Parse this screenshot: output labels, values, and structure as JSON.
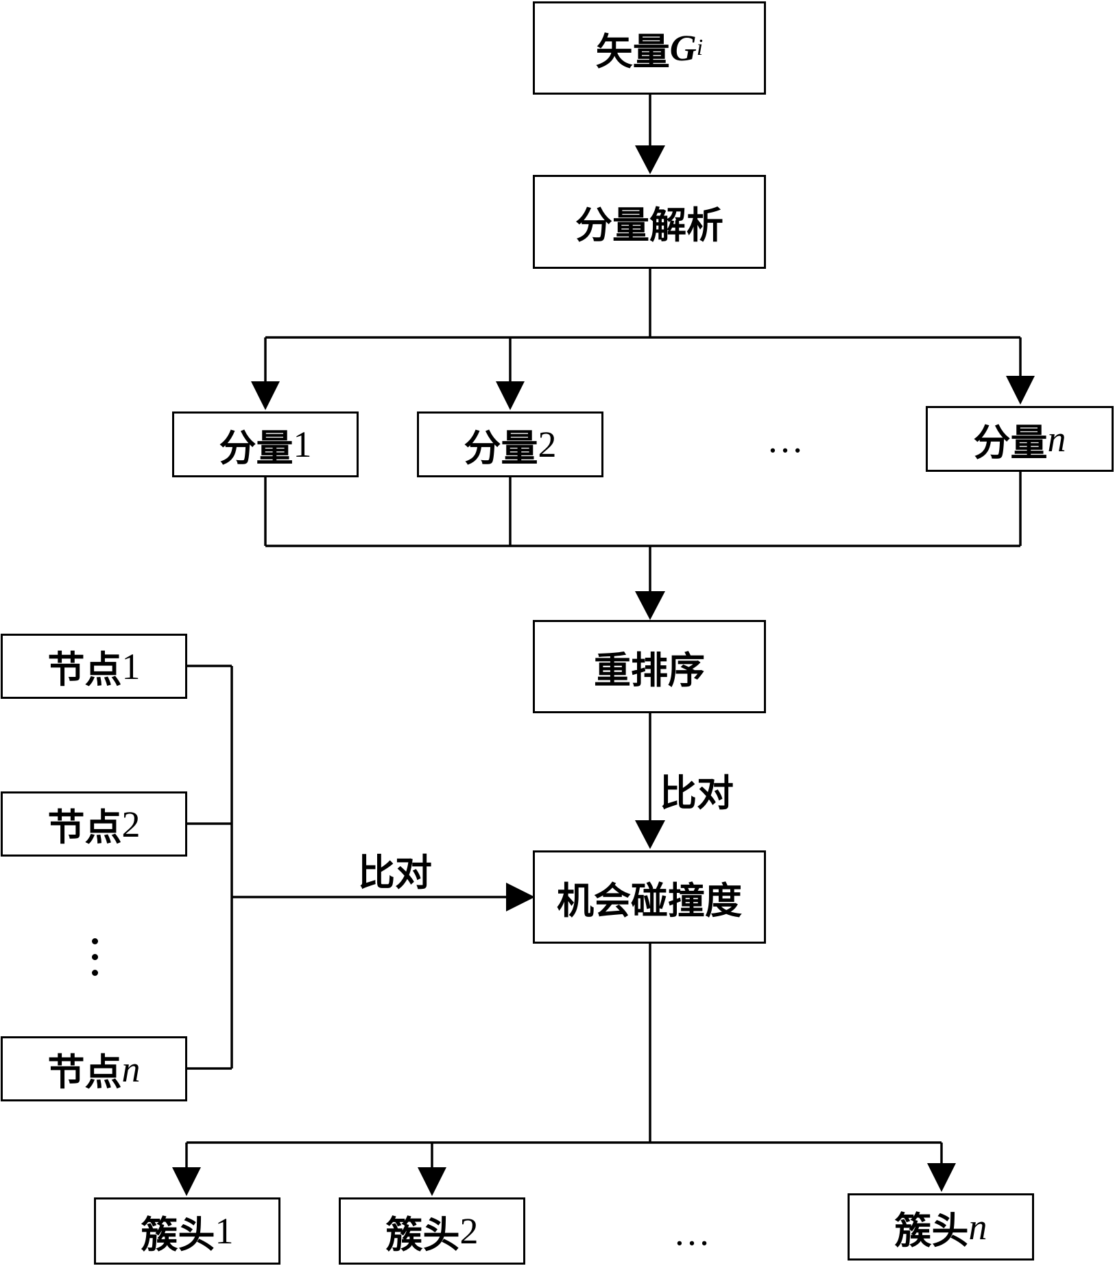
{
  "nodes": {
    "vector": {
      "text": "矢量",
      "var": "G",
      "sub": "i"
    },
    "parse": {
      "text": "分量解析"
    },
    "comp1": {
      "text": "分量",
      "num": "1"
    },
    "comp2": {
      "text": "分量",
      "num": "2"
    },
    "compn": {
      "text": "分量",
      "var": "n"
    },
    "reorder": {
      "text": "重排序"
    },
    "collision": {
      "text": "机会碰撞度"
    },
    "node1": {
      "text": "节点",
      "num": "1"
    },
    "node2": {
      "text": "节点",
      "num": "2"
    },
    "noden": {
      "text": "节点",
      "var": "n"
    },
    "head1": {
      "text": "簇头",
      "num": "1"
    },
    "head2": {
      "text": "簇头",
      "num": "2"
    },
    "headn": {
      "text": "簇头",
      "var": "n"
    }
  },
  "edge_labels": {
    "compare_vertical": "比对",
    "compare_horizontal": "比对"
  },
  "ellipsis": {
    "components": "…",
    "heads": "…"
  },
  "colors": {
    "stroke": "#000000",
    "background": "#ffffff"
  }
}
